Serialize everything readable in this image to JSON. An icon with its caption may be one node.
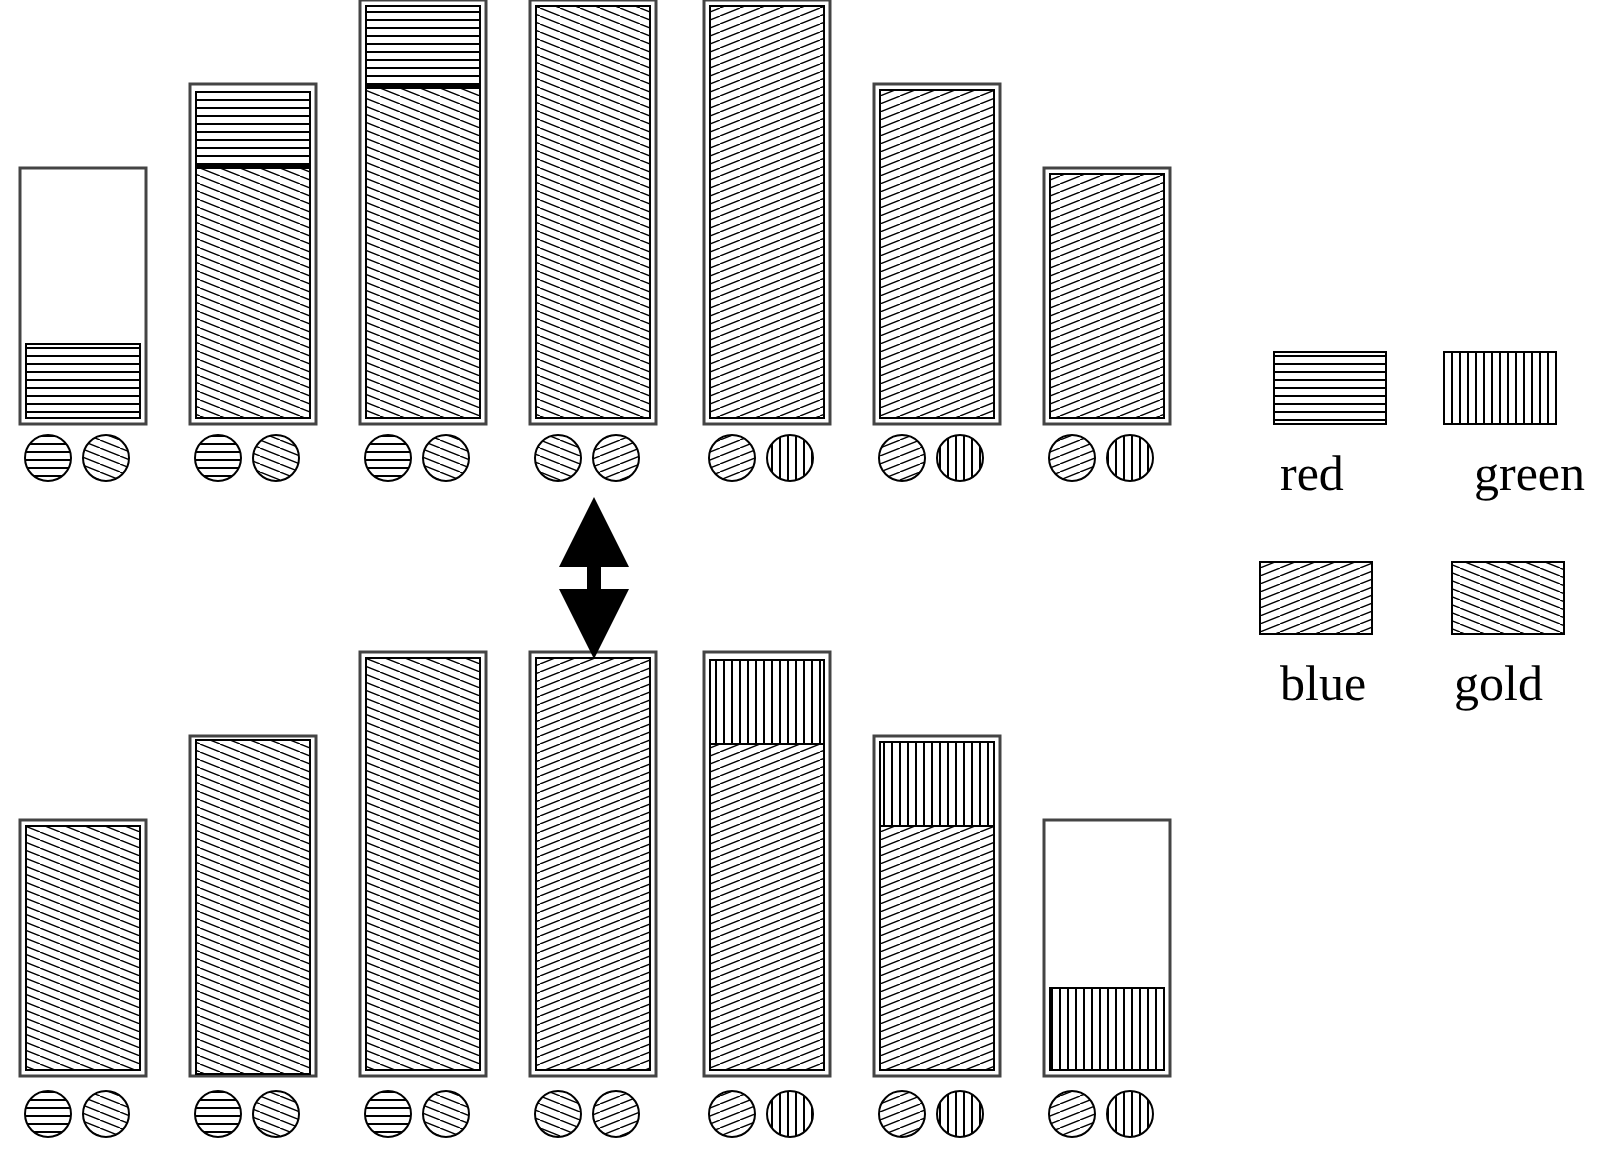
{
  "diagram": {
    "legend": [
      {
        "text": "red"
      },
      {
        "text": "green"
      },
      {
        "text": "blue"
      },
      {
        "text": "gold"
      }
    ]
  }
}
